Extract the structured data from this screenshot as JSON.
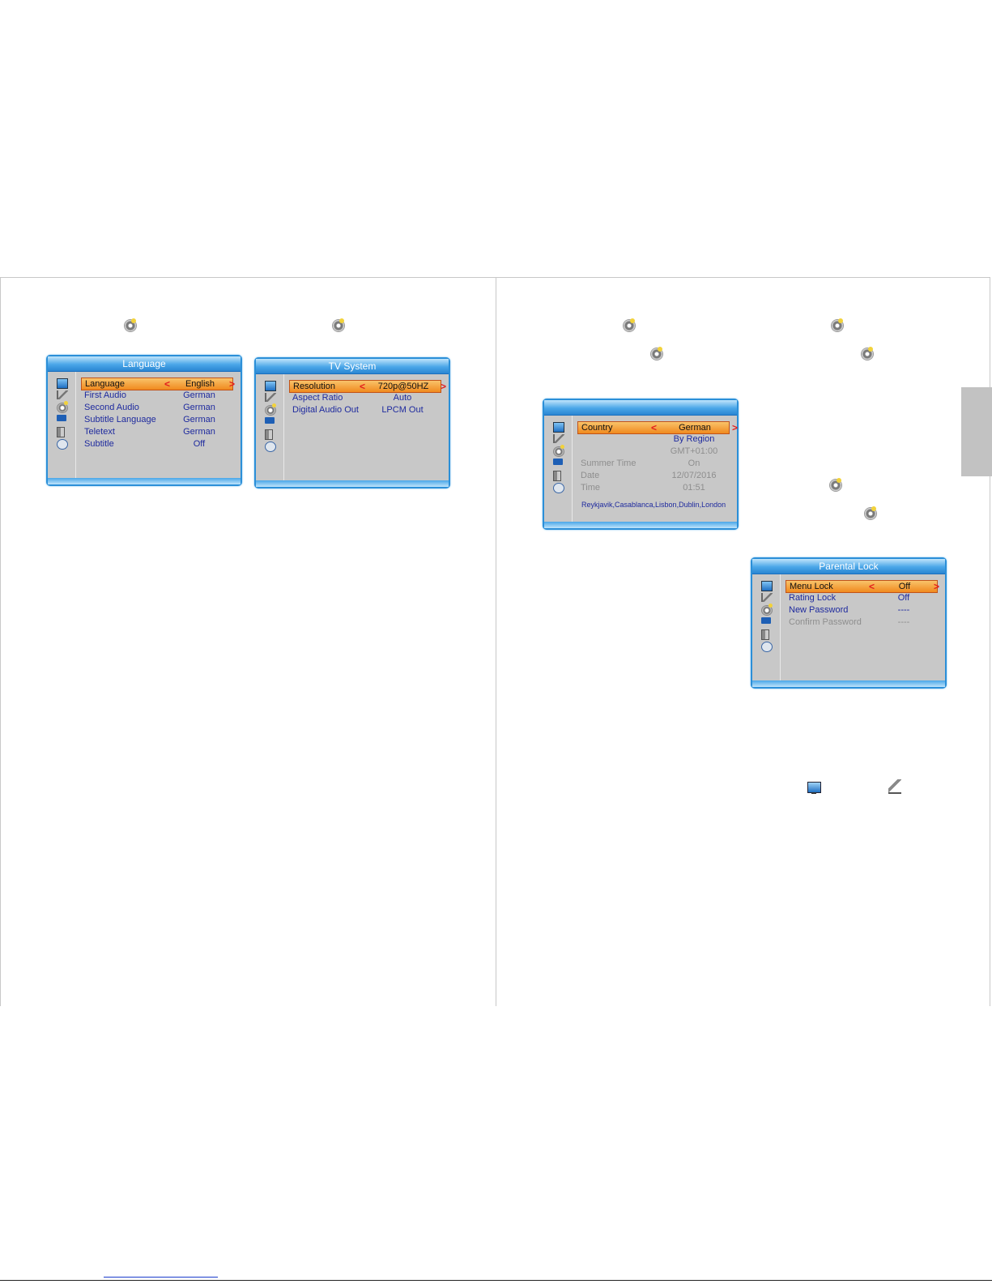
{
  "language_panel": {
    "title": "Language",
    "rows": [
      {
        "label": "Language",
        "value": "English",
        "selected": true
      },
      {
        "label": "First Audio",
        "value": "German"
      },
      {
        "label": "Second Audio",
        "value": "German"
      },
      {
        "label": "Subtitle Language",
        "value": "German"
      },
      {
        "label": "Teletext",
        "value": "German"
      },
      {
        "label": "Subtitle",
        "value": "Off"
      }
    ]
  },
  "tv_system_panel": {
    "title": "TV System",
    "rows": [
      {
        "label": "Resolution",
        "value": "720p@50HZ",
        "selected": true
      },
      {
        "label": "Aspect Ratio",
        "value": "Auto"
      },
      {
        "label": "Digital Audio Out",
        "value": "LPCM Out"
      }
    ]
  },
  "time_panel": {
    "title": "",
    "rows": [
      {
        "label": "Country",
        "value": "German",
        "selected": true
      },
      {
        "label": "",
        "value": "By Region"
      },
      {
        "label": "",
        "value": "GMT+01:00",
        "dim": true
      },
      {
        "label": "Summer Time",
        "value": "On",
        "dim": true
      },
      {
        "label": "Date",
        "value": "12/07/2016",
        "dim": true
      },
      {
        "label": "Time",
        "value": "01:51",
        "dim": true
      }
    ],
    "zone": "Reykjavik,Casablanca,Lisbon,Dublin,London"
  },
  "parental_panel": {
    "title": "Parental Lock",
    "rows": [
      {
        "label": "Menu Lock",
        "value": "Off",
        "selected": true
      },
      {
        "label": "Rating Lock",
        "value": "Off"
      },
      {
        "label": "New Password",
        "value": "----"
      },
      {
        "label": "Confirm Password",
        "value": "----",
        "dim": true
      }
    ]
  },
  "arrows": {
    "left": "<",
    "right": ">"
  },
  "icons": [
    "tv-icon",
    "dish-icon",
    "setup-gear-icon",
    "folder-icon",
    "usb-icon",
    "media-icon"
  ]
}
